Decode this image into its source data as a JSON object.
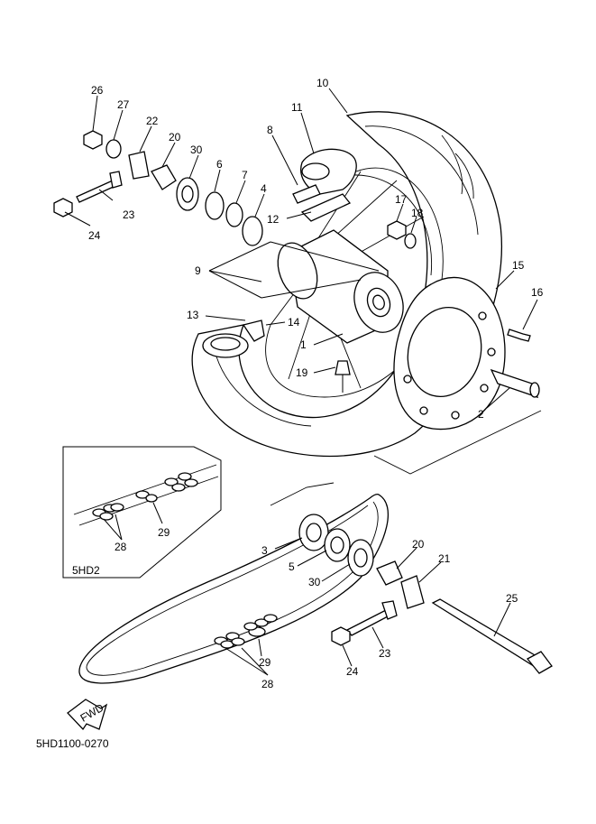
{
  "diagram": {
    "doc_code": "5HD1100-0270",
    "inset_label": "5HD2",
    "fwd_label": "FWD",
    "callouts": [
      "26",
      "27",
      "22",
      "20",
      "30",
      "6",
      "7",
      "4",
      "24",
      "23",
      "10",
      "11",
      "8",
      "12",
      "17",
      "18",
      "9",
      "13",
      "14",
      "1",
      "19",
      "15",
      "16",
      "2",
      "28",
      "29",
      "3",
      "5",
      "30",
      "20",
      "21",
      "25",
      "23",
      "24",
      "29",
      "28"
    ]
  }
}
